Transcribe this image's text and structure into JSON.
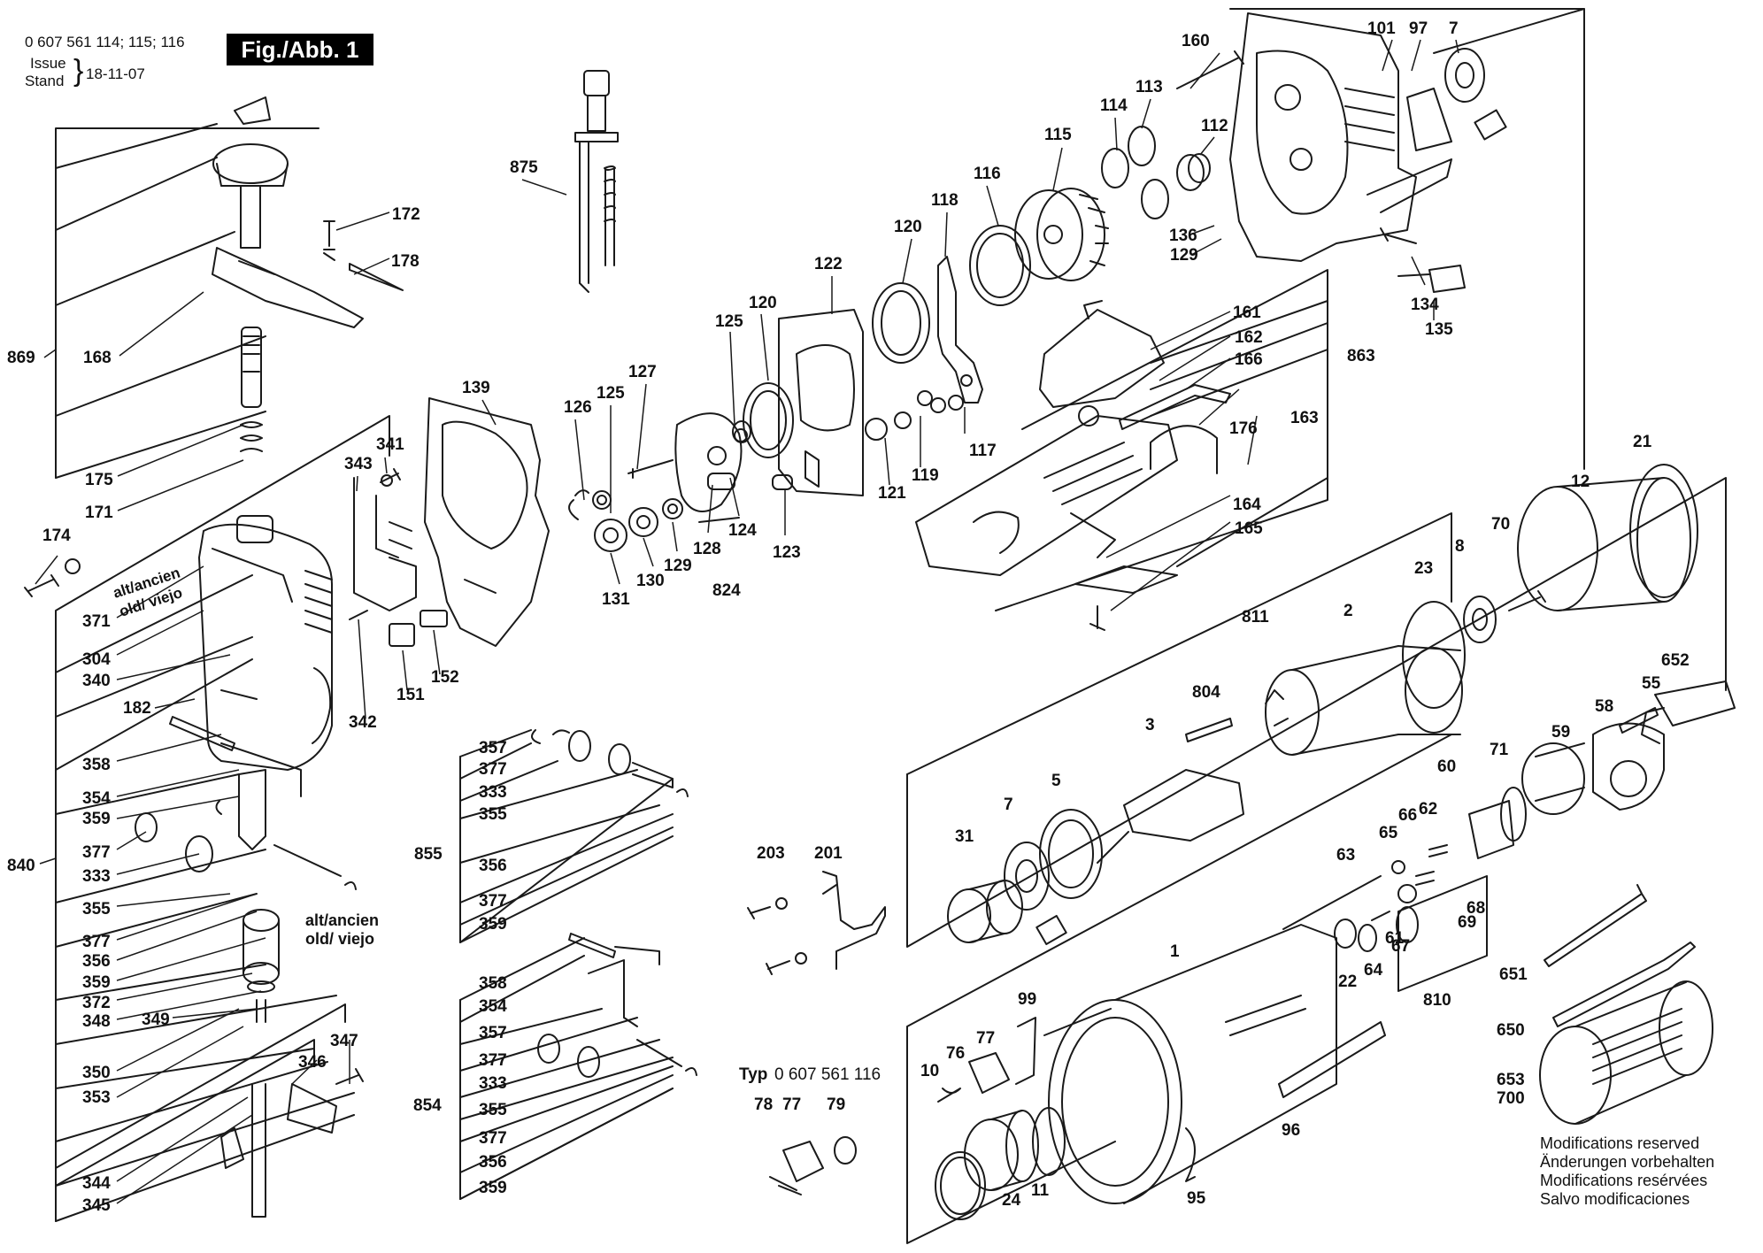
{
  "header": {
    "part_numbers": "0 607 561 114; 115; 116",
    "issue_label": "Issue",
    "stand_label": "Stand",
    "date": "18-11-07",
    "figure_label": "Fig./Abb. 1"
  },
  "notes": {
    "alt_1": "alt/ancien",
    "old_1": "old/ viejo",
    "alt_2": "alt/ancien",
    "old_2": "old/ viejo",
    "typ_prefix": "Typ",
    "typ_number": "0 607 561 116"
  },
  "modifications": [
    "Modifications reserved",
    "Änderungen vorbehalten",
    "Modifications resérvées",
    "Salvo modificaciones"
  ],
  "part_labels": [
    "160",
    "101",
    "97",
    "7",
    "114",
    "113",
    "112",
    "115",
    "116",
    "118",
    "120",
    "136",
    "129",
    "134",
    "135",
    "122",
    "120",
    "125",
    "127",
    "126",
    "125",
    "161",
    "162",
    "166",
    "863",
    "163",
    "176",
    "117",
    "121",
    "119",
    "139",
    "128",
    "124",
    "824",
    "123",
    "131",
    "130",
    "129",
    "164",
    "165",
    "875",
    "172",
    "178",
    "168",
    "869",
    "175",
    "171",
    "341",
    "343",
    "174",
    "371",
    "304",
    "340",
    "182",
    "342",
    "151",
    "152",
    "358",
    "354",
    "359",
    "840",
    "377",
    "333",
    "355",
    "377",
    "356",
    "359",
    "372",
    "348",
    "349",
    "350",
    "353",
    "347",
    "346",
    "344",
    "345",
    "357",
    "377",
    "333",
    "355",
    "855",
    "356",
    "377",
    "359",
    "358",
    "354",
    "357",
    "854",
    "377",
    "333",
    "355",
    "377",
    "356",
    "359",
    "203",
    "201",
    "21",
    "12",
    "70",
    "8",
    "23",
    "811",
    "2",
    "804",
    "3",
    "5",
    "7",
    "31",
    "652",
    "55",
    "58",
    "59",
    "71",
    "60",
    "62",
    "66",
    "65",
    "63",
    "61",
    "69",
    "68",
    "67",
    "64",
    "22",
    "810",
    "1",
    "99",
    "77",
    "76",
    "10",
    "11",
    "24",
    "95",
    "96",
    "651",
    "650",
    "653",
    "700",
    "78",
    "77",
    "79"
  ]
}
